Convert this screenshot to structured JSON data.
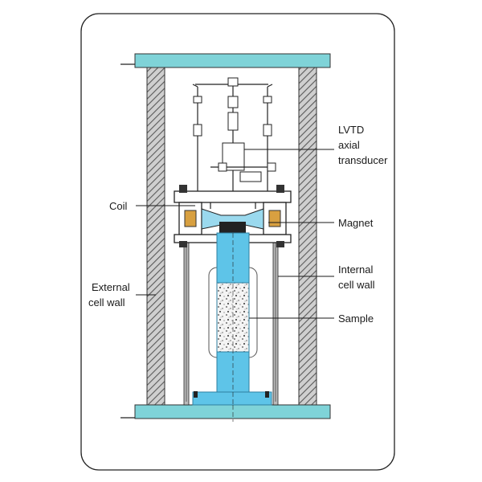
{
  "labels": {
    "lvtd": [
      "LVTD",
      "axial",
      "transducer"
    ],
    "coil": "Coil",
    "magnet": "Magnet",
    "internal_wall": [
      "Internal",
      "cell wall"
    ],
    "external_wall": [
      "External",
      "cell wall"
    ],
    "sample": "Sample"
  },
  "colors": {
    "plate": "#7fd3d8",
    "cylinder": "#5ec4e8",
    "cylinder_light": "#9ad9ee",
    "column_hatch": "#6d6d6d",
    "coil": "#d8a040"
  }
}
